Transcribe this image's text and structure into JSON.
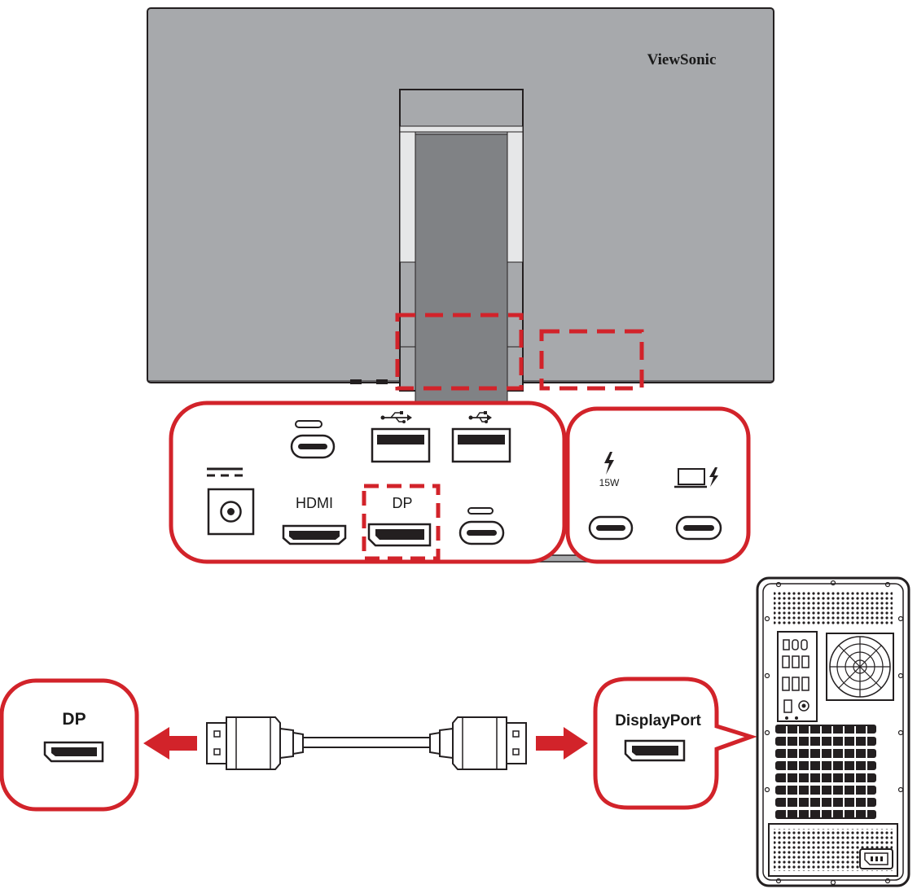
{
  "monitor": {
    "brand": "ViewSonic"
  },
  "ports_panel": {
    "hdmi_label": "HDMI",
    "dp_label": "DP",
    "power_15w_label": "15W"
  },
  "callouts": {
    "monitor_side_label": "DP",
    "pc_side_label": "DisplayPort"
  },
  "colors": {
    "accent_red": "#d2232a",
    "monitor_back": "#a7a9ac",
    "stand": "#808285",
    "outline": "#231f20"
  }
}
